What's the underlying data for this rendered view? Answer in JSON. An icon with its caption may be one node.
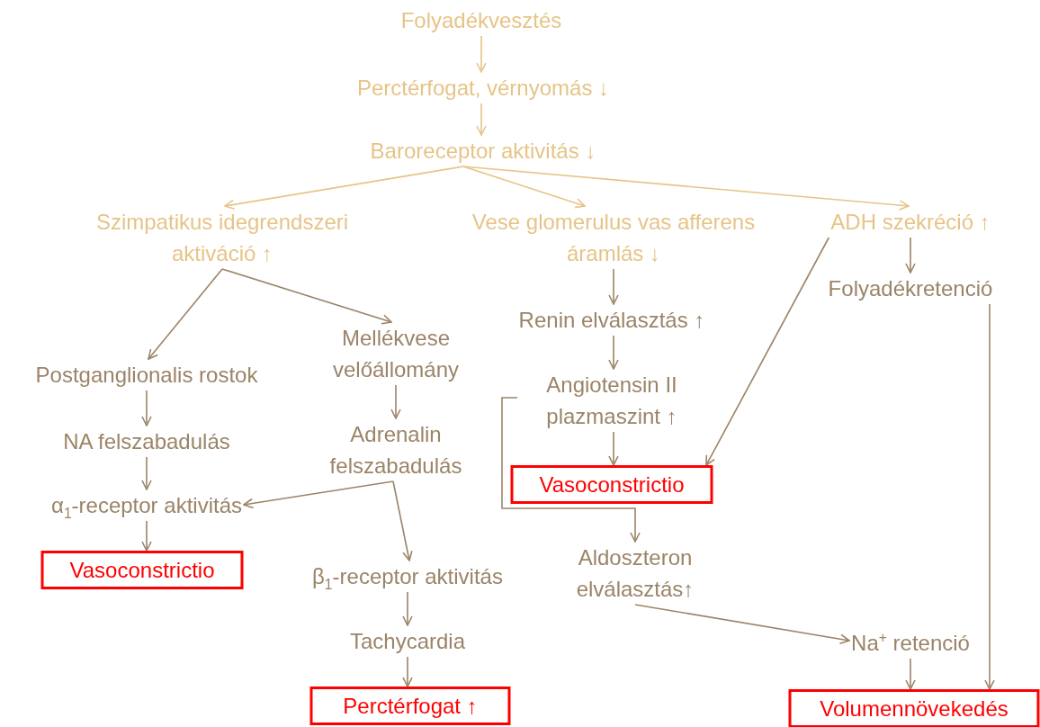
{
  "diagram": {
    "nodes": [
      {
        "text": [
          "Folyadékvesztés"
        ]
      },
      {
        "text": [
          "Perctérfogat, vérnyomás ↓"
        ]
      },
      {
        "text": [
          "Baroreceptor aktivitás ↓"
        ]
      },
      {
        "text": [
          "Szimpatikus idegrendszeri aktiváció ↑"
        ]
      },
      {
        "text": [
          "Vese glomerulus vas afferens áramlás ↓"
        ]
      },
      {
        "text": [
          "ADH szekréció ↑"
        ]
      },
      {
        "text": [
          "Folyadékretenció"
        ]
      },
      {
        "text": [
          "Postganglionalis rostok"
        ]
      },
      {
        "text": [
          "Mellékvese velőállomány"
        ]
      },
      {
        "text": [
          "Renin elválasztás ↑"
        ]
      },
      {
        "text": [
          "NA felszabadulás"
        ]
      },
      {
        "text": [
          "Adrenalin felszabadulás"
        ]
      },
      {
        "text": [
          "Angiotensin II plazmaszint ↑"
        ]
      },
      {
        "text": [
          "α$_{1}$-receptor aktivitás"
        ]
      },
      {
        "text": [
          "Vasoconstrictio"
        ]
      },
      {
        "text": [
          "Vasoconstrictio"
        ]
      },
      {
        "text": [
          "β$_{1}$-receptor aktivitás"
        ]
      },
      {
        "text": [
          "Aldoszteron elválasztás↑"
        ]
      },
      {
        "text": [
          "Tachycardia"
        ]
      },
      {
        "text": [
          "Na$^{+}$ retenció"
        ]
      },
      {
        "text": [
          "Perctérfogat ↑"
        ]
      },
      {
        "text": [
          "Volumennövekedés"
        ]
      }
    ],
    "edges": [
      {
        "from": 0,
        "to": 1,
        "arrow": "to",
        "color": "#e6c487"
      },
      {
        "from": 1,
        "to": 2,
        "arrow": "to",
        "color": "#e6c487"
      },
      {
        "from": 2,
        "to": 3,
        "arrow": "to",
        "color": "#e6c487"
      },
      {
        "from": 2,
        "to": 4,
        "arrow": "to",
        "color": "#e6c487"
      },
      {
        "from": 2,
        "to": 5,
        "arrow": "to",
        "color": "#e6c487"
      },
      {
        "from": 4,
        "to": 9,
        "arrow": "to"
      },
      {
        "from": 9,
        "to": 12,
        "arrow": "to"
      },
      {
        "from": 12,
        "to": 14,
        "arrow": "to"
      },
      {
        "from": 5,
        "to": 6,
        "arrow": "to"
      },
      {
        "from": 3,
        "to": 7,
        "arrow": "to"
      },
      {
        "from": 3,
        "to": 8,
        "arrow": "to"
      },
      {
        "from": 7,
        "to": 10,
        "arrow": "to"
      },
      {
        "from": 8,
        "to": 11,
        "arrow": "to"
      },
      {
        "from": 10,
        "to": 13,
        "arrow": "to"
      },
      {
        "from": 11,
        "to": 13,
        "arrow": "to"
      },
      {
        "from": 11,
        "to": 16,
        "arrow": "to"
      },
      {
        "from": 13,
        "to": 15,
        "arrow": "to"
      },
      {
        "from": 16,
        "to": 18,
        "arrow": "to"
      },
      {
        "from": 18,
        "to": 20,
        "arrow": "to"
      },
      {
        "from": 12,
        "to": 17,
        "arrow": "to"
      },
      {
        "from": 5,
        "to": 14,
        "arrow": "to"
      },
      {
        "from": 6,
        "to": 21,
        "arrow": "to"
      },
      {
        "from": 17,
        "to": 19,
        "arrow": "to"
      },
      {
        "from": 19,
        "to": 21,
        "arrow": "to"
      }
    ]
  }
}
